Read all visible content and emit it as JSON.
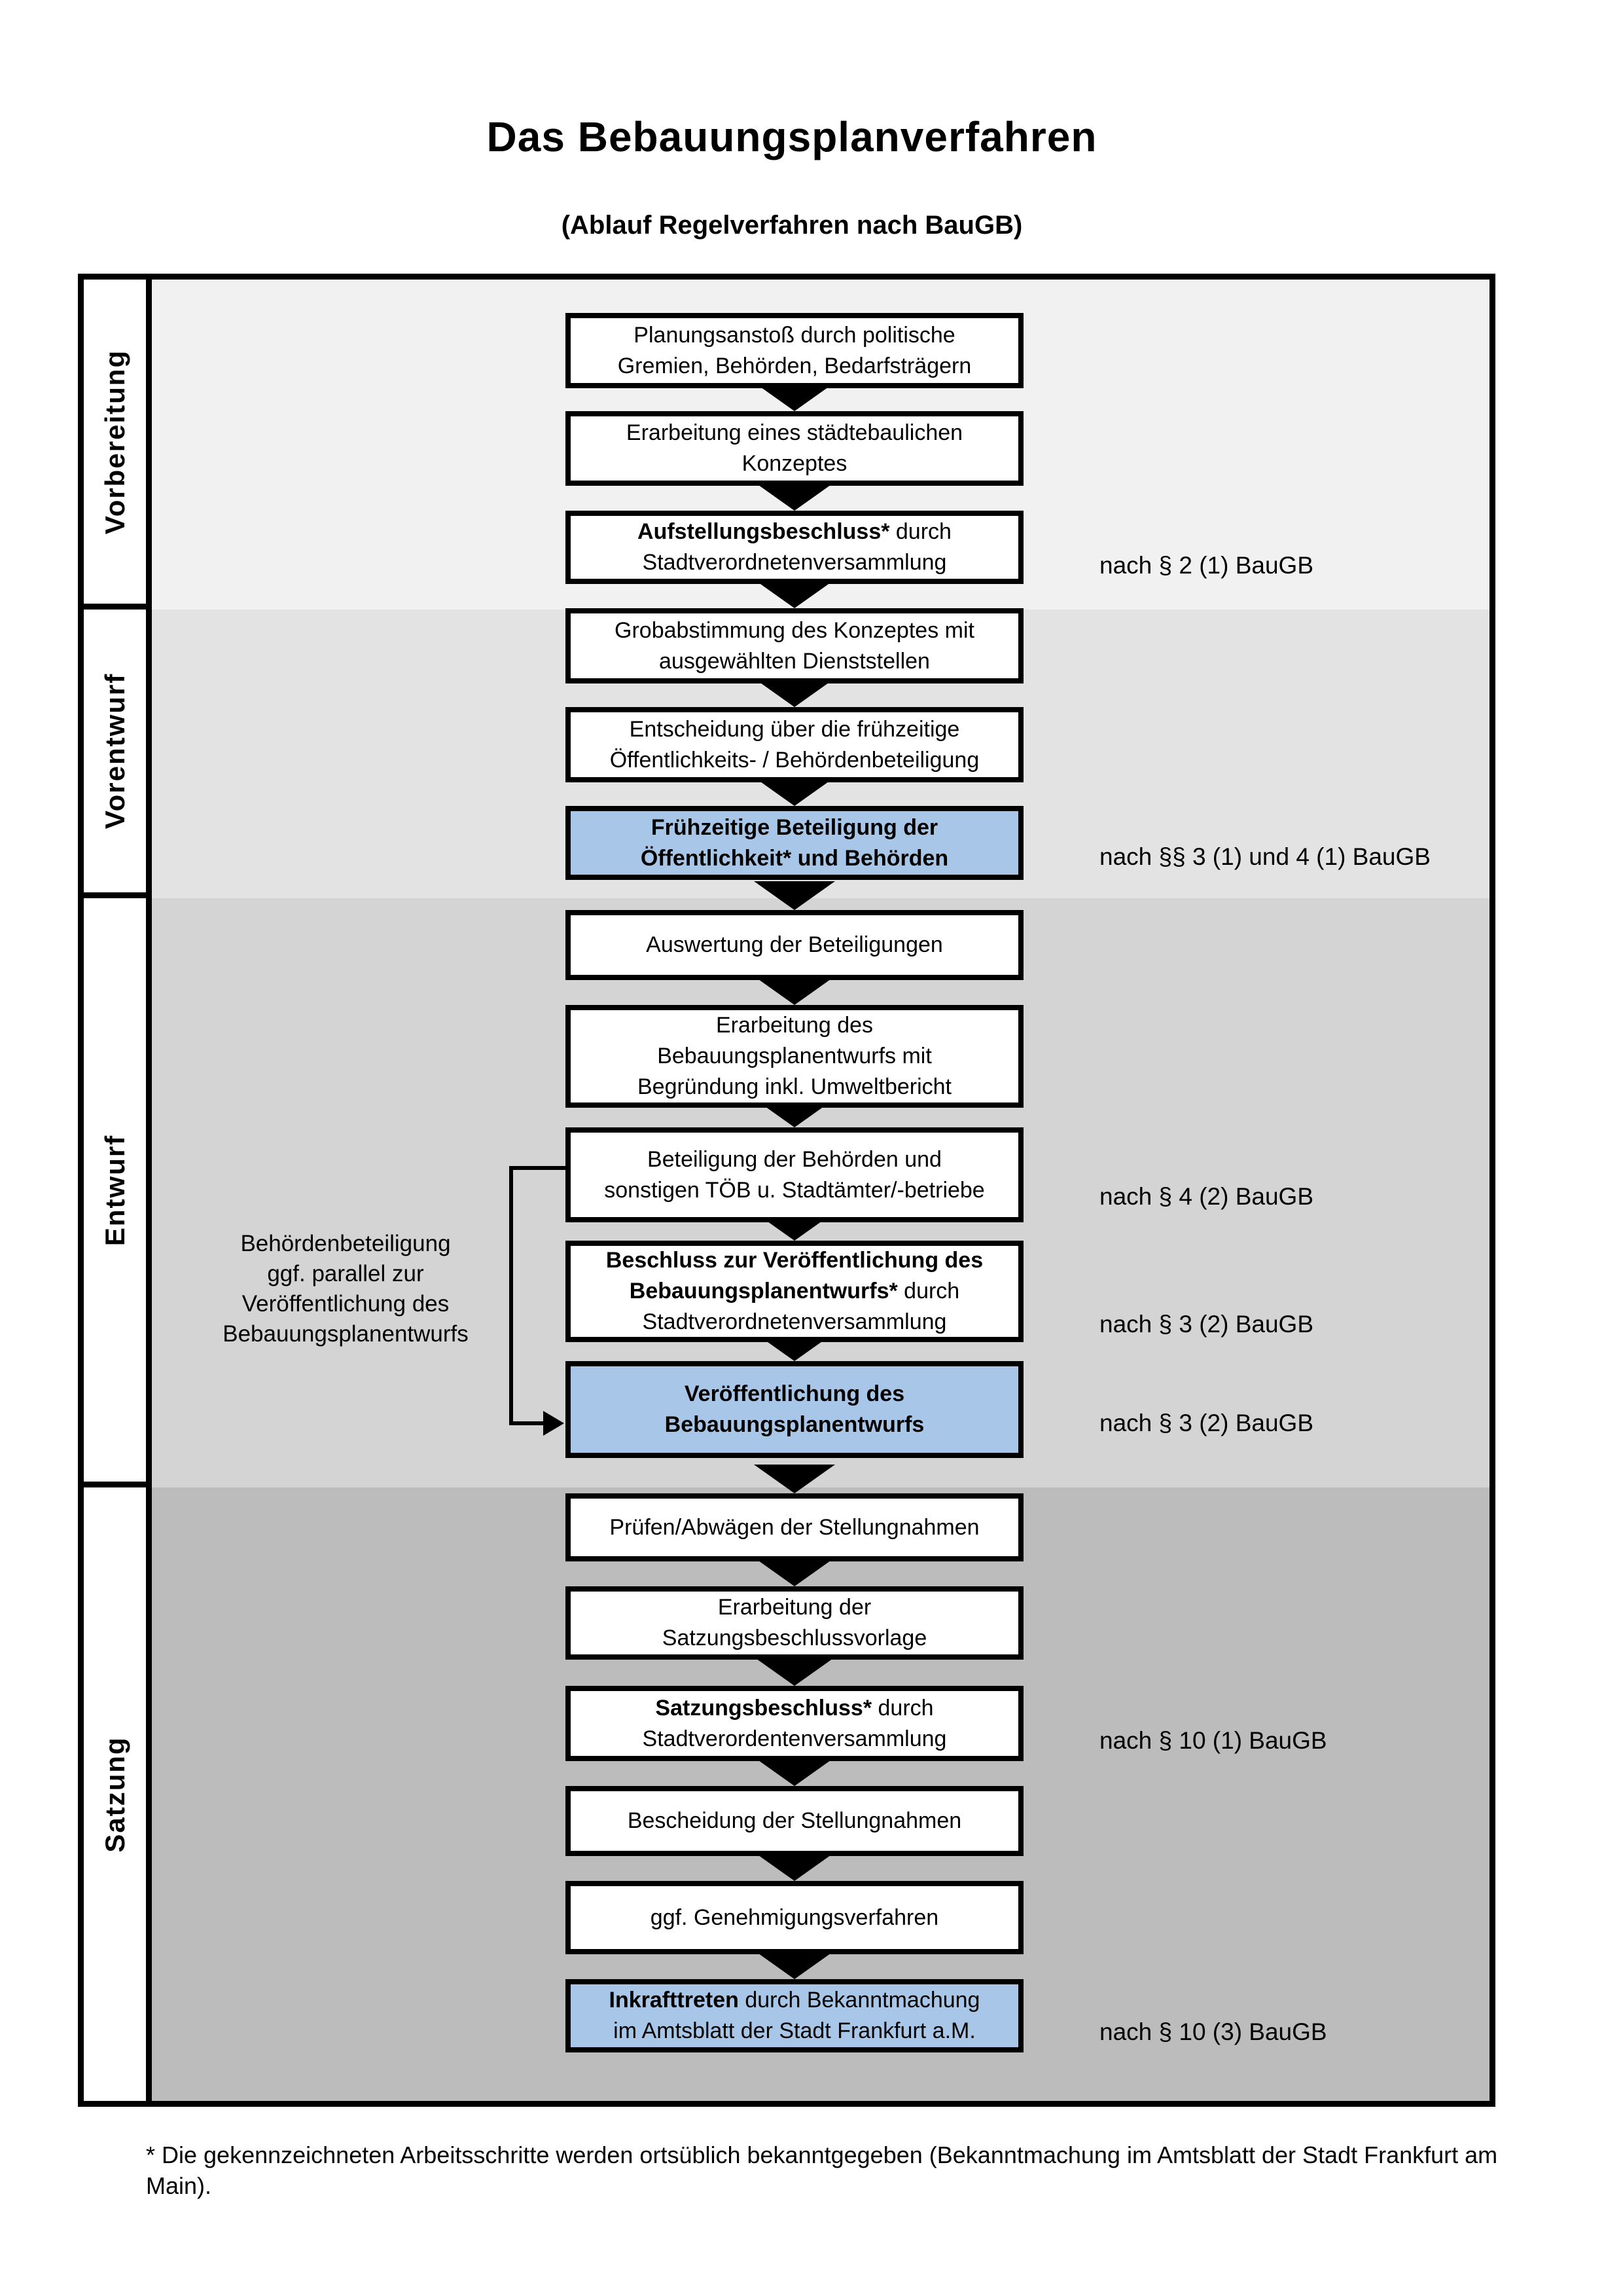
{
  "title": "Das Bebauungsplanverfahren",
  "subtitle": "(Ablauf Regelverfahren nach BauGB)",
  "phases": [
    {
      "label": "Vorbereitung"
    },
    {
      "label": "Vorentwurf"
    },
    {
      "label": "Entwurf"
    },
    {
      "label": "Satzung"
    }
  ],
  "steps": {
    "s1": {
      "l1": "Planungsanstoß durch politische",
      "l2": "Gremien, Behörden, Bedarfsträgern"
    },
    "s2": {
      "l1": "Erarbeitung eines städtebaulichen",
      "l2": "Konzeptes"
    },
    "s3": {
      "b1": "Aufstellungsbeschluss*",
      "r1": " durch",
      "l2": "Stadtverordnetenversammlung"
    },
    "s4": {
      "l1": "Grobabstimmung des Konzeptes mit",
      "l2": "ausgewählten Dienststellen"
    },
    "s5": {
      "l1": "Entscheidung über die frühzeitige",
      "l2": "Öffentlichkeits- / Behördenbeteiligung"
    },
    "s6": {
      "b1": "Frühzeitige Beteiligung der",
      "b2": "Öffentlichkeit* und Behörden"
    },
    "s7": {
      "l1": "Auswertung der Beteiligungen"
    },
    "s8": {
      "l1": "Erarbeitung des",
      "l2": "Bebauungsplanentwurfs mit",
      "l3": "Begründung inkl. Umweltbericht"
    },
    "s9": {
      "l1": "Beteiligung der Behörden und",
      "l2": "sonstigen TÖB u. Stadtämter/-betriebe"
    },
    "s10": {
      "b1": "Beschluss zur Veröffentlichung des",
      "b2": "Bebauungsplanentwurfs*",
      "r2": " durch",
      "l3": "Stadtverordnetenversammlung"
    },
    "s11": {
      "b1": "Veröffentlichung des",
      "b2": "Bebauungsplanentwurfs"
    },
    "s12": {
      "l1": "Prüfen/Abwägen der Stellungnahmen"
    },
    "s13": {
      "l1": "Erarbeitung der",
      "l2": "Satzungsbeschlussvorlage"
    },
    "s14": {
      "b1": "Satzungsbeschluss*",
      "r1": " durch",
      "l2": "Stadtverordentenversammlung"
    },
    "s15": {
      "l1": "Bescheidung der Stellungnahmen"
    },
    "s16": {
      "l1": "ggf. Genehmigungsverfahren"
    },
    "s17": {
      "b1": "Inkrafttreten",
      "r1": " durch Bekanntmachung",
      "l2": "im Amtsblatt der Stadt Frankfurt a.M."
    }
  },
  "side_note": {
    "l1": "Behördenbeteiligung",
    "l2": "ggf. parallel zur",
    "l3": "Veröffentlichung des",
    "l4": "Bebauungsplanentwurfs"
  },
  "annotations": {
    "a1": "nach § 2 (1) BauGB",
    "a2": "nach §§ 3 (1) und 4 (1) BauGB",
    "a3": "nach § 4 (2) BauGB",
    "a4": "nach § 3 (2) BauGB",
    "a5": "nach § 3 (2) BauGB",
    "a6": "nach § 10 (1) BauGB",
    "a7": "nach § 10 (3) BauGB"
  },
  "footnote": "* Die gekennzeichneten Arbeitsschritte werden ortsüblich bekanntgegeben (Bekanntmachung im Amtsblatt  der Stadt Frankfurt am Main).",
  "colors": {
    "phase_bg_vorbereitung": "#f1f1f1",
    "phase_bg_vorentwurf": "#e3e3e3",
    "phase_bg_entwurf": "#d4d4d4",
    "phase_bg_satzung": "#bcbcbc",
    "highlight_box": "#a8c7e8",
    "line": "#000000"
  }
}
